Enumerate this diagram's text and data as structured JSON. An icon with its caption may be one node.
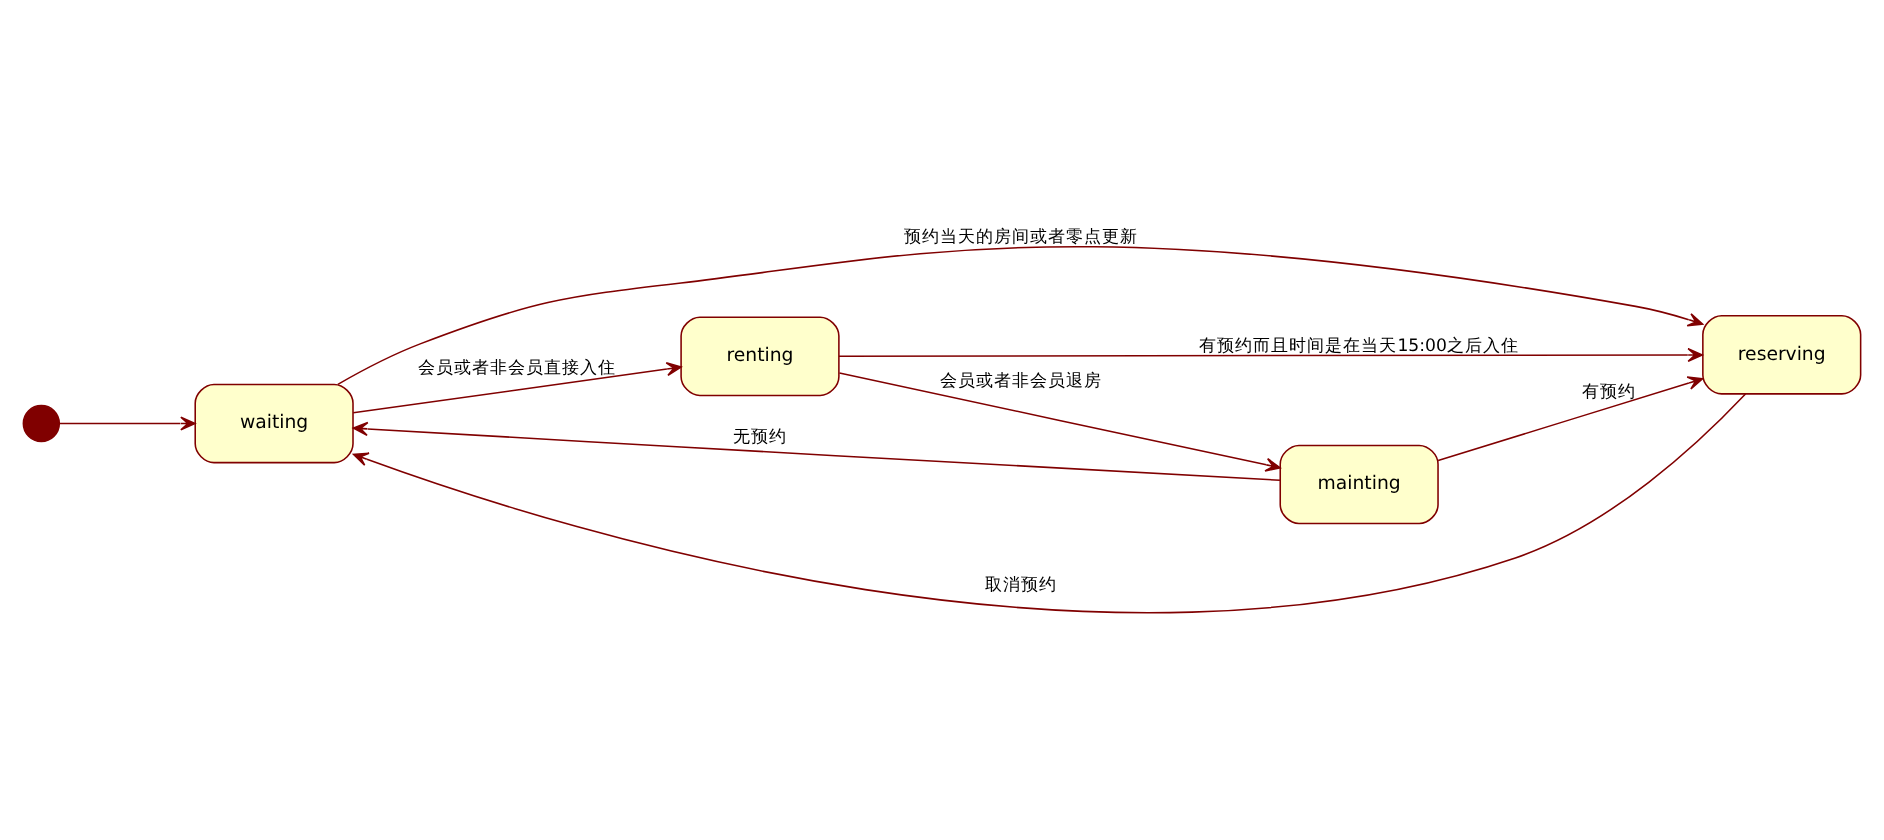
{
  "diagram": {
    "nodes": [
      {
        "text": [],
        "shape": "circle"
      },
      {
        "text": [
          "waiting"
        ]
      },
      {
        "text": [
          "reserving"
        ]
      },
      {
        "text": [
          "mainting"
        ]
      },
      {
        "text": [
          "renting"
        ]
      }
    ],
    "edges": [
      {
        "from": 0,
        "to": 1,
        "arrow": "to"
      },
      {
        "from": 2,
        "to": 1,
        "arrow": "to",
        "label": "取消预约"
      },
      {
        "from": 1,
        "to": 2,
        "arrow": "to",
        "label": "预约当天的房间或者零点更新"
      },
      {
        "from": 3,
        "to": 2,
        "arrow": "to",
        "label": "有预约"
      },
      {
        "from": 3,
        "to": 1,
        "arrow": "to",
        "label": "无预约"
      },
      {
        "from": 1,
        "to": 4,
        "arrow": "to",
        "label": "会员或者非会员直接入住"
      },
      {
        "from": 4,
        "to": 3,
        "arrow": "to",
        "label": "会员或者非会员退房"
      },
      {
        "from": 4,
        "to": 2,
        "arrow": "to",
        "label": "有预约而且时间是在当天15:00之后入住"
      }
    ]
  }
}
